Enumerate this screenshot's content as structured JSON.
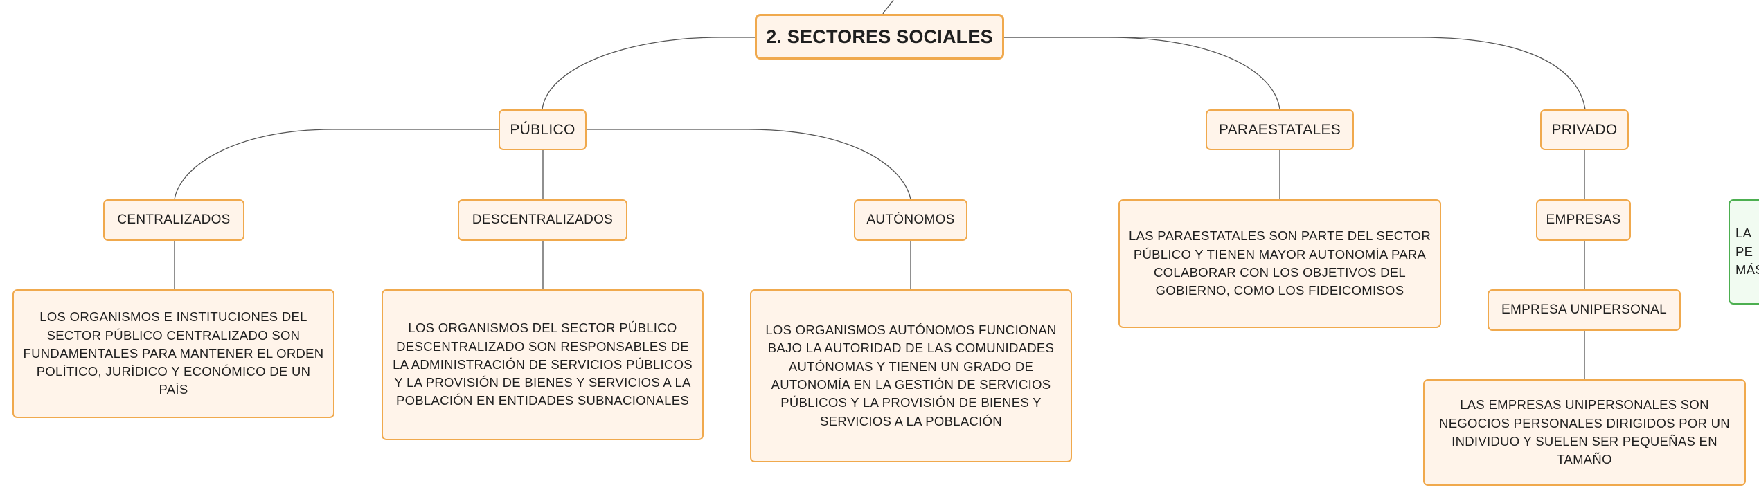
{
  "diagram": {
    "root": {
      "label": "2. SECTORES SOCIALES"
    },
    "branches": {
      "publico": {
        "label": "PÚBLICO",
        "children": {
          "centralizados": {
            "label": "CENTRALIZADOS",
            "description": "LOS ORGANISMOS E INSTITUCIONES DEL SECTOR PÚBLICO CENTRALIZADO SON FUNDAMENTALES PARA MANTENER EL ORDEN POLÍTICO, JURÍDICO Y ECONÓMICO DE UN PAÍS"
          },
          "descentralizados": {
            "label": "DESCENTRALIZADOS",
            "description": "LOS ORGANISMOS DEL SECTOR PÚBLICO DESCENTRALIZADO SON RESPONSABLES DE LA ADMINISTRACIÓN DE SERVICIOS PÚBLICOS Y LA PROVISIÓN DE BIENES Y SERVICIOS A LA POBLACIÓN EN ENTIDADES SUBNACIONALES"
          },
          "autonomos": {
            "label": "AUTÓNOMOS",
            "description": "LOS ORGANISMOS AUTÓNOMOS FUNCIONAN BAJO LA AUTORIDAD DE LAS COMUNIDADES AUTÓNOMAS Y TIENEN UN GRADO DE AUTONOMÍA EN LA GESTIÓN DE SERVICIOS PÚBLICOS Y LA PROVISIÓN DE BIENES Y SERVICIOS A LA POBLACIÓN"
          }
        }
      },
      "paraestatales": {
        "label": "PARAESTATALES",
        "description": "LAS PARAESTATALES SON PARTE DEL SECTOR PÚBLICO Y TIENEN MAYOR AUTONOMÍA PARA COLABORAR CON LOS OBJETIVOS DEL GOBIERNO, COMO LOS FIDEICOMISOS"
      },
      "privado": {
        "label": "PRIVADO",
        "empresas": {
          "label": "EMPRESAS",
          "unipersonal": {
            "label": "EMPRESA UNIPERSONAL",
            "description": "LAS EMPRESAS UNIPERSONALES SON NEGOCIOS PERSONALES DIRIGIDOS POR UN INDIVIDUO Y SUELEN SER PEQUEÑAS EN TAMAÑO"
          }
        }
      }
    },
    "cut_off_node": {
      "lines": [
        "LA",
        "PE",
        "MÁS"
      ]
    },
    "colors": {
      "node_fill": "#fff4ea",
      "node_border": "#f0a94d",
      "connector": "#555555",
      "cut_off_fill": "#f1fbf1",
      "cut_off_border": "#4caf50"
    }
  }
}
